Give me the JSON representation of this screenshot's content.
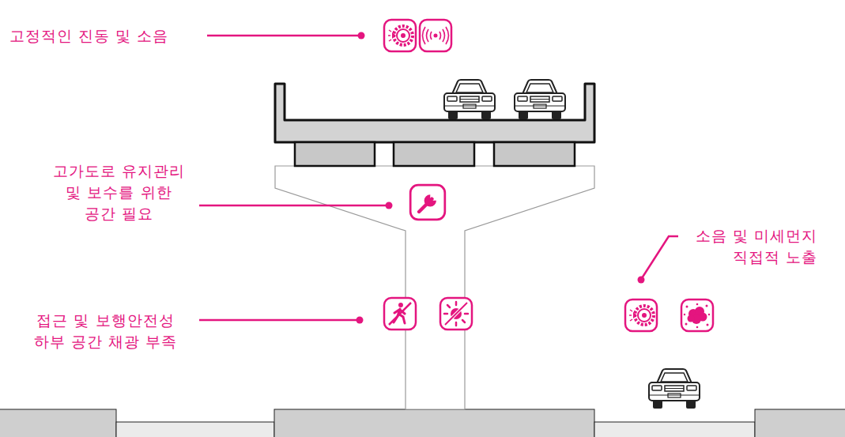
{
  "diagram": {
    "labels": [
      "고정적인 진동 및 소음",
      "고가도로 유지관리 및 보수를 위한 공간 필요",
      "접근 및 보행안전성 하부 공간 채광 부족",
      "소음 및 미세먼지 직접적 노출"
    ]
  }
}
